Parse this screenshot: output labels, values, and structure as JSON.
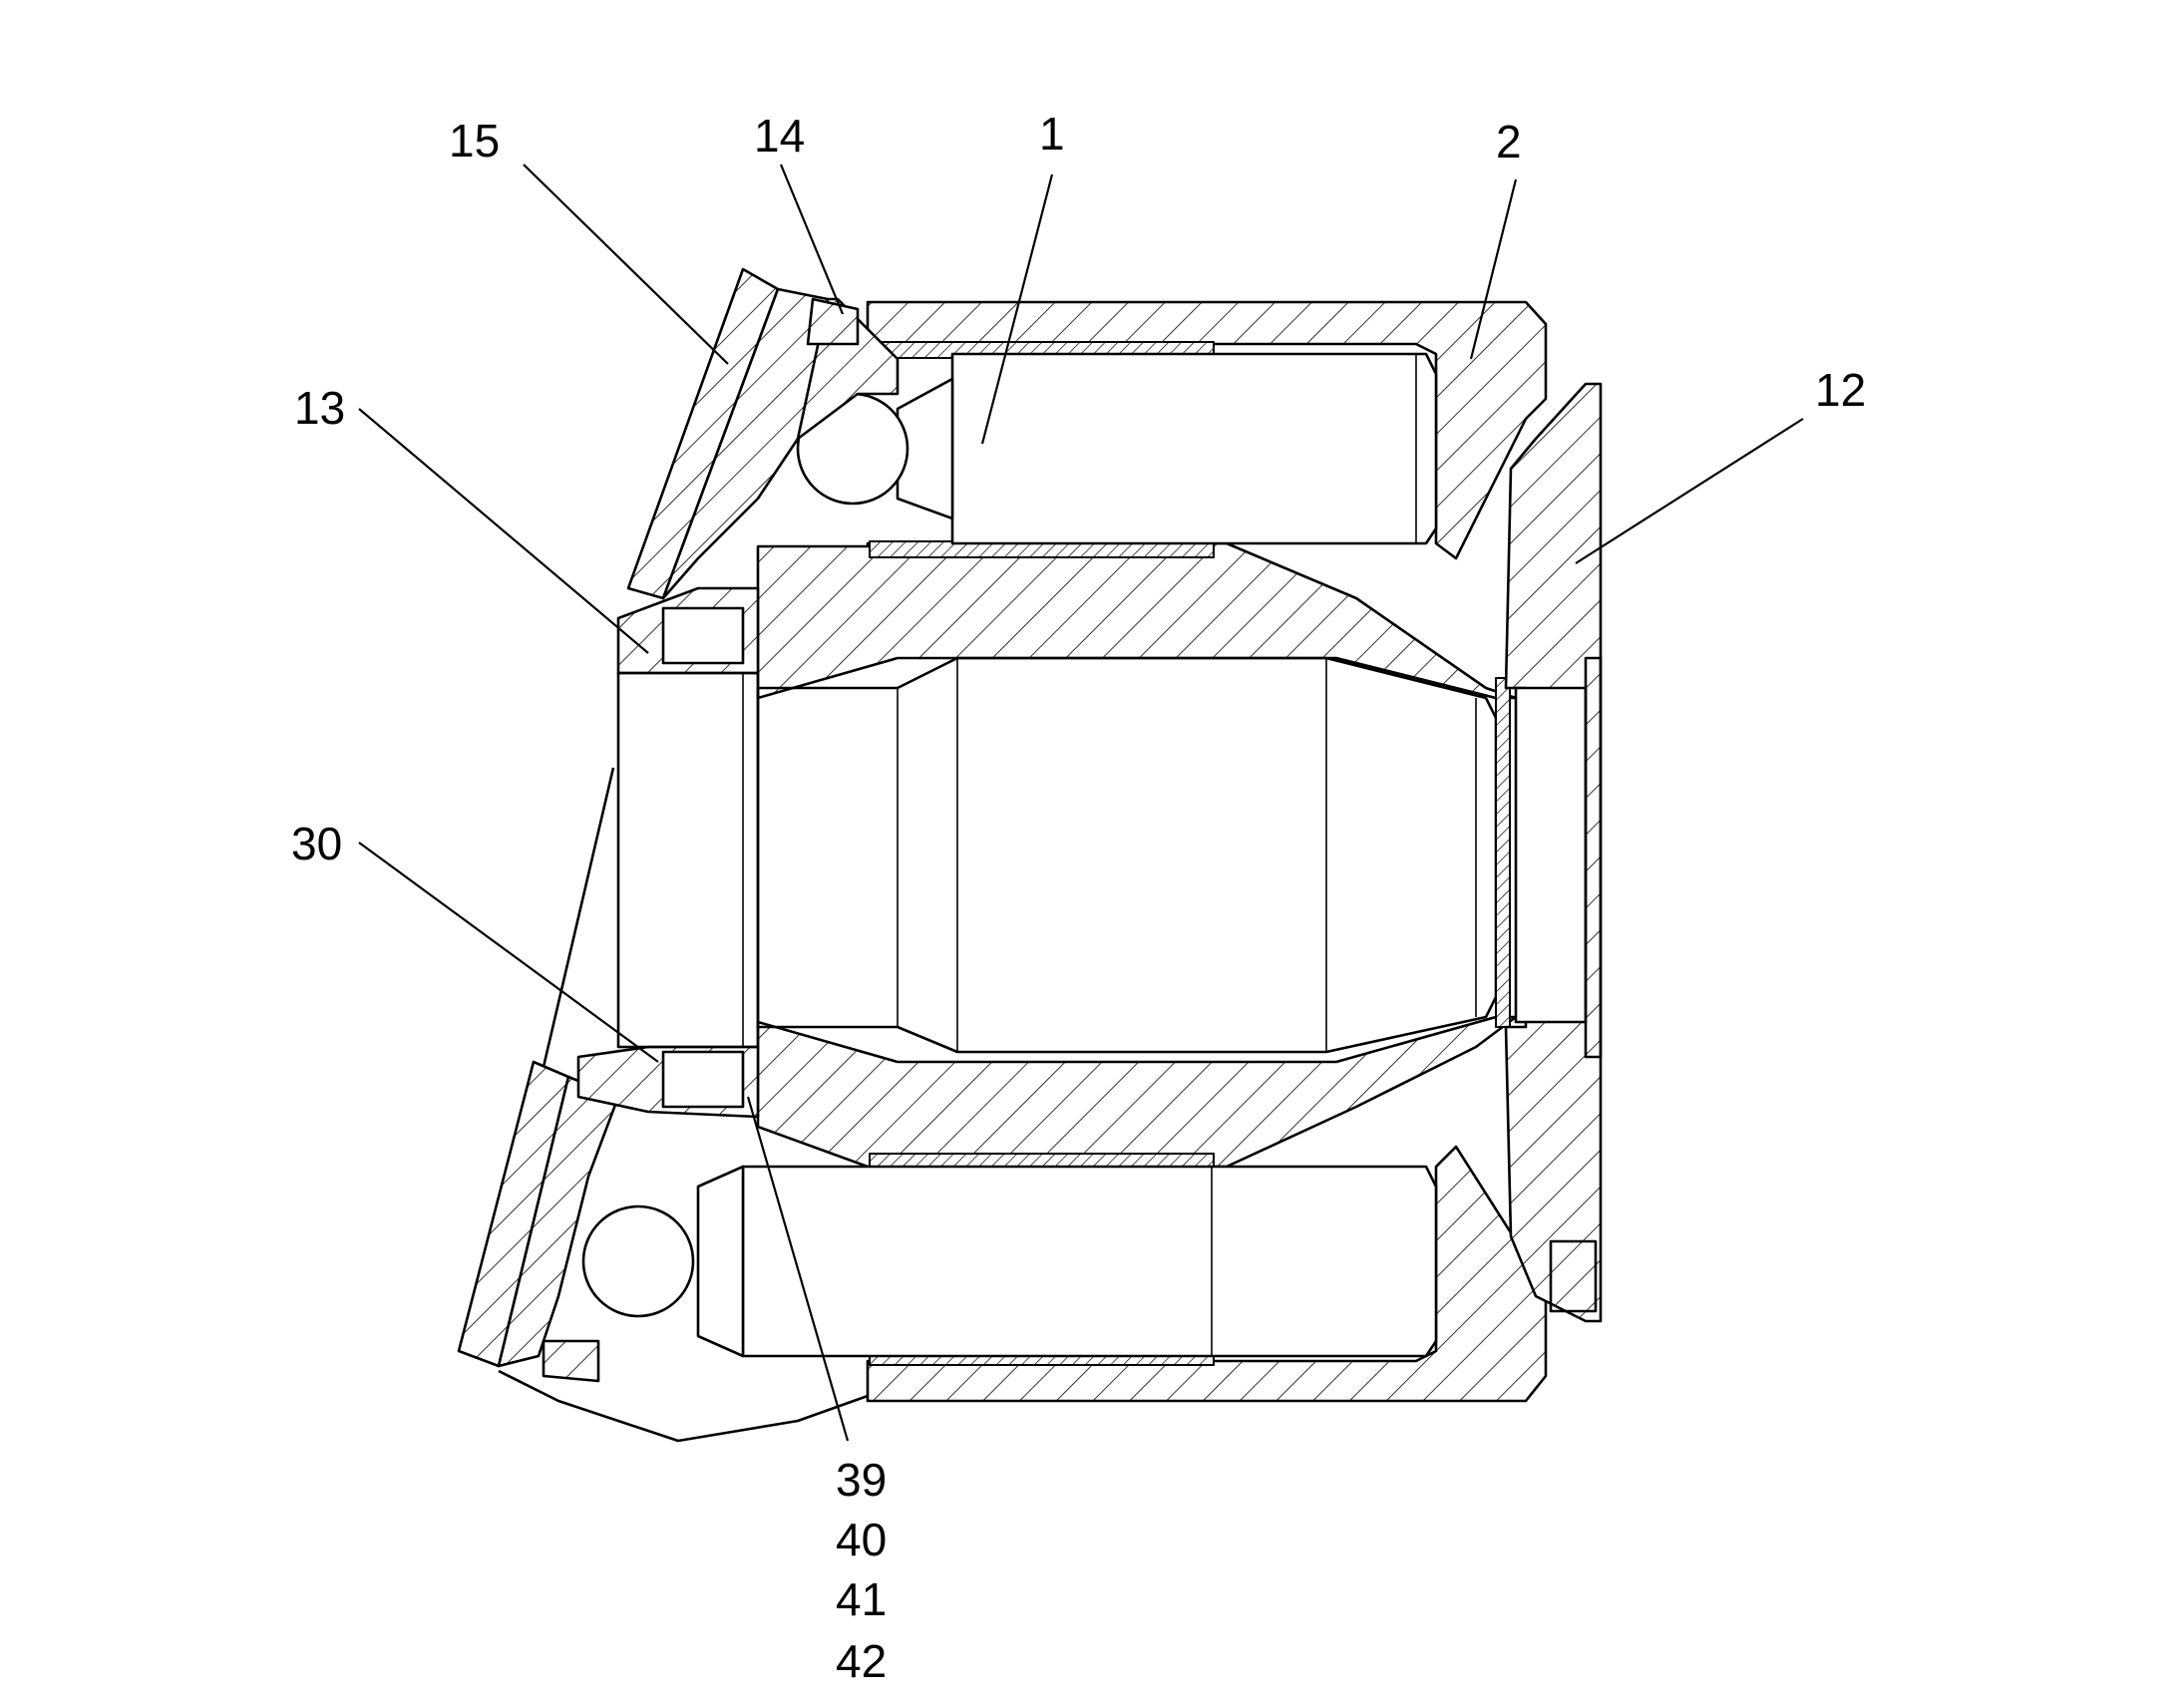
{
  "labels": {
    "l15": "15",
    "l14": "14",
    "l1": "1",
    "l2": "2",
    "l13": "13",
    "l12": "12",
    "l30": "30",
    "l39": "39",
    "l40": "40",
    "l41": "41",
    "l42": "42"
  },
  "colors": {
    "line": "#000000",
    "background": "#ffffff"
  }
}
